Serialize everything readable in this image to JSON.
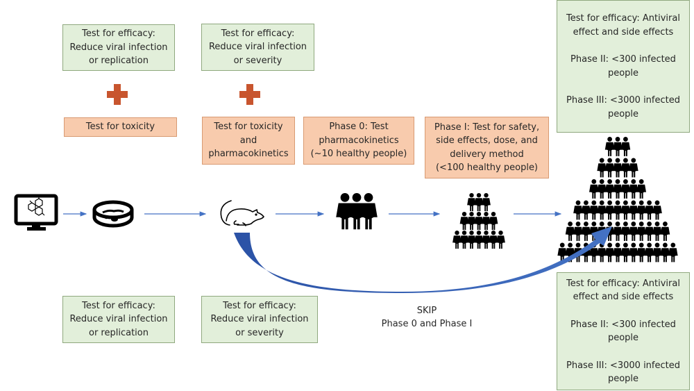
{
  "colors": {
    "green_fill": "#e2efda",
    "orange_fill": "#f8cbad",
    "plus_color": "#c8552e",
    "arrow_color": "#4472c4",
    "skip_arrow_color": "#2f5fb3"
  },
  "top_row": {
    "in_vitro_efficacy": [
      "Test for efficacy:",
      "Reduce viral infection",
      "or replication"
    ],
    "in_vitro_toxicity": [
      "Test for toxicity"
    ],
    "animal_efficacy": [
      "Test for efficacy:",
      "Reduce viral infection",
      "or severity"
    ],
    "animal_toxicity": [
      "Test for toxicity",
      "and",
      "pharmacokinetics"
    ],
    "phase0": [
      "Phase 0: Test",
      "pharmacokinetics",
      "(~10 healthy people)"
    ],
    "phase1": [
      "Phase I: Test for safety,",
      "side effects, dose, and",
      "delivery method",
      "(<100 healthy people)"
    ],
    "phase23": {
      "line1": [
        "Test for efficacy: Antiviral",
        "effect and side effects"
      ],
      "line2": [
        "Phase II: <300 infected",
        "people"
      ],
      "line3": [
        "Phase III: <3000 infected",
        "people"
      ]
    }
  },
  "bottom_row": {
    "in_vitro_efficacy": [
      "Test for efficacy:",
      "Reduce viral infection",
      "or replication"
    ],
    "animal_efficacy": [
      "Test for efficacy:",
      "Reduce viral infection",
      "or severity"
    ],
    "skip_label": [
      "SKIP",
      "Phase 0 and Phase I"
    ],
    "phase23": {
      "line1": [
        "Test for efficacy: Antiviral",
        "effect and side effects"
      ],
      "line2": [
        "Phase II: <300 infected",
        "people"
      ],
      "line3": [
        "Phase III: <3000 infected",
        "people"
      ]
    }
  },
  "stages": [
    {
      "icon": "computer-molecule-icon"
    },
    {
      "icon": "petri-dish-icon"
    },
    {
      "icon": "mouse-icon"
    },
    {
      "icon": "small-group-icon",
      "people": 3
    },
    {
      "icon": "medium-crowd-icon",
      "rows": [
        3,
        5,
        7
      ]
    },
    {
      "icon": "large-crowd-icon",
      "rows": [
        3,
        5,
        7,
        11,
        13,
        15
      ]
    }
  ]
}
